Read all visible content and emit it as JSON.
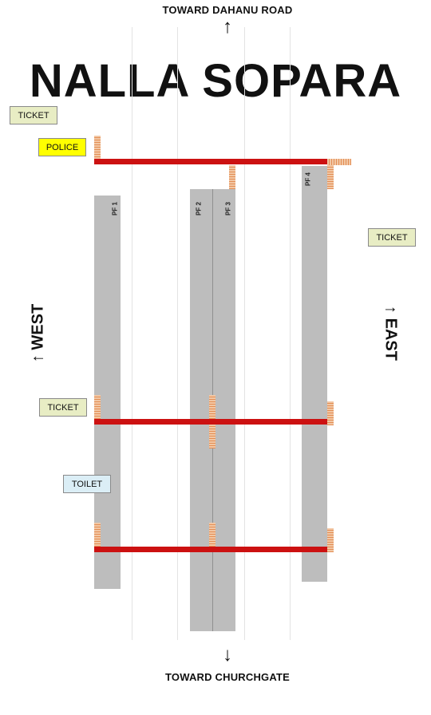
{
  "map": {
    "station_name": "NALLA SOPARA",
    "north_label": "TOWARD DAHANU ROAD",
    "south_label": "TOWARD CHURCHGATE",
    "north_arrow": "↑",
    "south_arrow": "↓",
    "west_label": "↑ WEST",
    "east_label": "↑ EAST",
    "platforms": [
      "PF 1",
      "PF 2",
      "PF 3",
      "PF 4"
    ],
    "facilities": {
      "ticket_top_left": "TICKET",
      "police": "POLICE",
      "ticket_east": "TICKET",
      "ticket_west": "TICKET",
      "toilet": "TOILET"
    },
    "colors": {
      "bridge": "#cc1111",
      "platform": "#bdbdbd",
      "stairs": "#e38e55",
      "ticket": "#e8edc4",
      "police": "#ffff00",
      "toilet": "#dbeef6"
    }
  }
}
